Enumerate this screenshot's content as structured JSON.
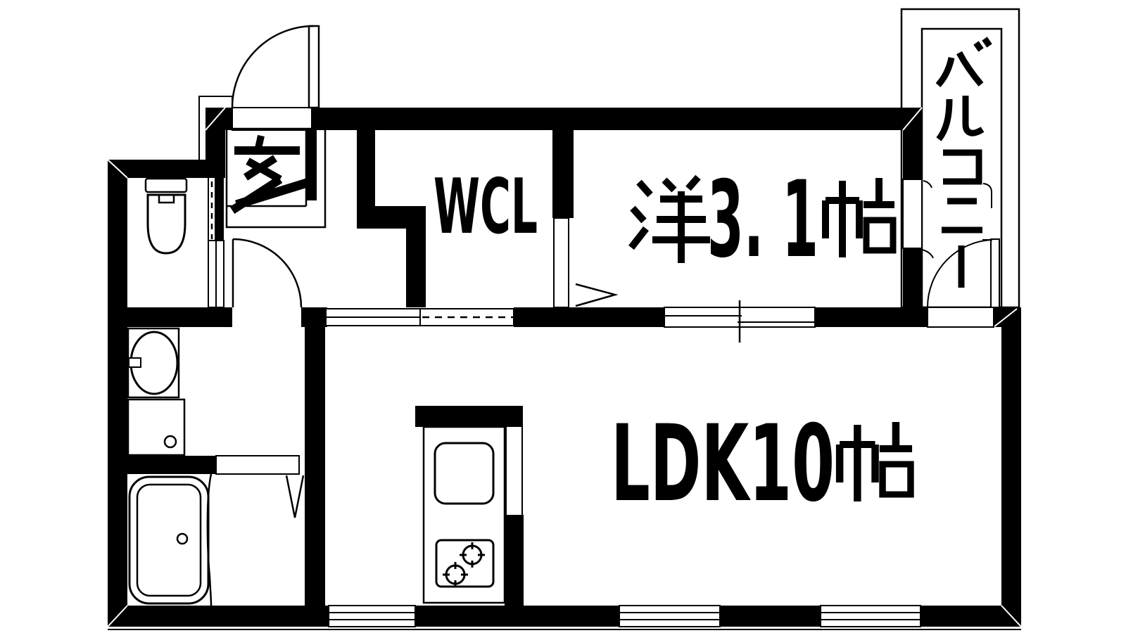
{
  "page": {
    "type": "japanese-apartment-floor-plan",
    "background_color": "#ffffff",
    "ink_color": "#000000"
  },
  "rooms": {
    "entrance": {
      "label": "玄"
    },
    "walk_in_closet": {
      "label": "WCL"
    },
    "western_room": {
      "label": "洋3.1帖",
      "latin_segment": "3. 1"
    },
    "ldk": {
      "label": "LDK10帖",
      "latin_segment": "LDK10"
    },
    "balcony": {
      "label": "バルコニー"
    }
  },
  "fixtures": {
    "toilet": "toilet",
    "washbasin": "washbasin",
    "washing_machine_pan": "washing-machine",
    "bathtub": "bathtub",
    "kitchen_sink": "kitchen-sink",
    "stove": "two-burner-stove",
    "entrance_step": "genkan-step"
  },
  "symbols": {
    "swing_doors": [
      "entrance-door",
      "washroom-door",
      "balcony-door"
    ],
    "sliding_doors": [
      "toilet-sliding-door",
      "hall-closet-sliding-door",
      "wcl-sliding-door",
      "western-ldk-sliding-door"
    ],
    "folding_door": "bath-folding-door",
    "windows": [
      "balcony-window",
      "kitchen-window",
      "ldk-window-1",
      "ldk-window-2"
    ]
  }
}
